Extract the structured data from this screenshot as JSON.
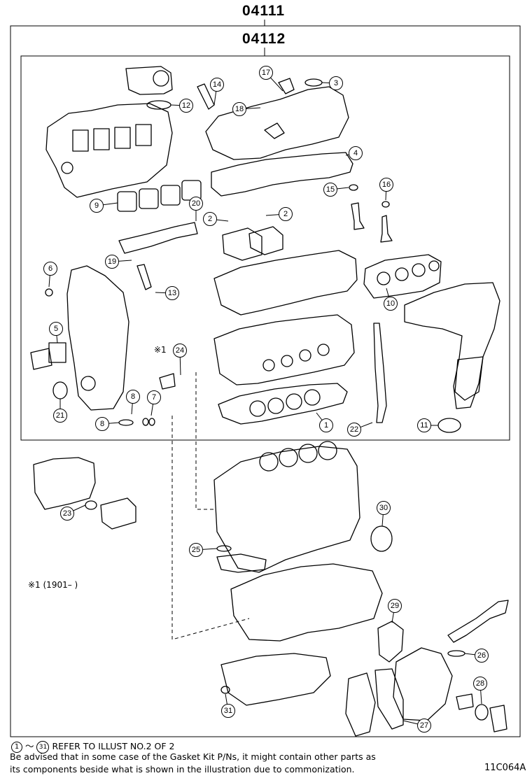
{
  "diagram": {
    "outer_code": "04111",
    "inner_code": "04112",
    "footnote_marker": "※1",
    "footnote_date_note": "※1 (1901–      )",
    "range_start": "1",
    "range_end": "31",
    "refer_text": "REFER TO ILLUST NO.2 OF 2",
    "advisory_line1": "Be advised that in some case of the Gasket Kit P/Ns,  it might contain other parts as",
    "advisory_line2": "its components beside what is shown in the illustration due to commonization.",
    "illustration_id": "11C064A",
    "callouts": [
      "1",
      "2",
      "2",
      "3",
      "4",
      "5",
      "6",
      "7",
      "8",
      "8",
      "9",
      "10",
      "11",
      "12",
      "13",
      "14",
      "15",
      "16",
      "17",
      "18",
      "19",
      "20",
      "21",
      "22",
      "23",
      "24",
      "25",
      "26",
      "27",
      "28",
      "29",
      "30",
      "31"
    ]
  }
}
